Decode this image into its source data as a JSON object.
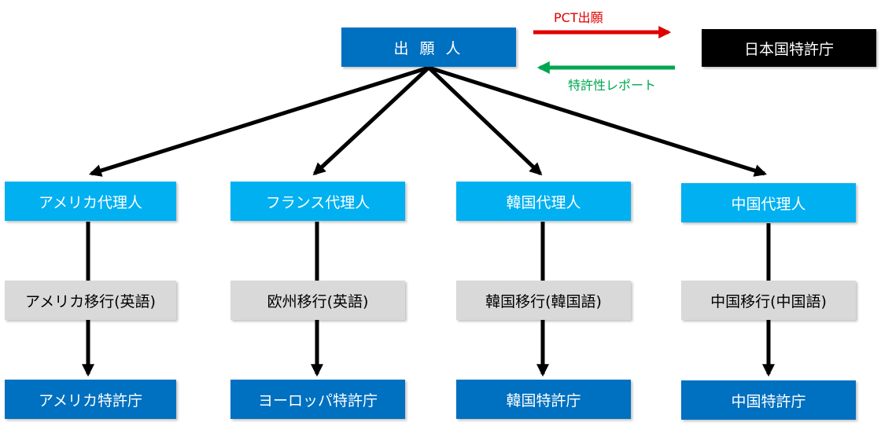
{
  "applicant": {
    "label": "出 願 人"
  },
  "jpo": {
    "label": "日本国特許庁"
  },
  "flows": {
    "pct_filing": {
      "label": "PCT出願",
      "color": "#e00000"
    },
    "patentability_report": {
      "label": "特許性レポート",
      "color": "#00a650"
    }
  },
  "branches": [
    {
      "agent": "アメリカ代理人",
      "national_phase": "アメリカ移行(英語)",
      "office": "アメリカ特許庁"
    },
    {
      "agent": "フランス代理人",
      "national_phase": "欧州移行(英語)",
      "office": "ヨーロッパ特許庁"
    },
    {
      "agent": "韓国代理人",
      "national_phase": "韓国移行(韓国語)",
      "office": "韓国特許庁"
    },
    {
      "agent": "中国代理人",
      "national_phase": "中国移行(中国語)",
      "office": "中国特許庁"
    }
  ],
  "colors": {
    "applicant_box": "#0070c0",
    "agent_box": "#00b0f0",
    "national_phase_box": "#d9d9d9",
    "office_box": "#0070c0",
    "jpo_box": "#000000"
  }
}
